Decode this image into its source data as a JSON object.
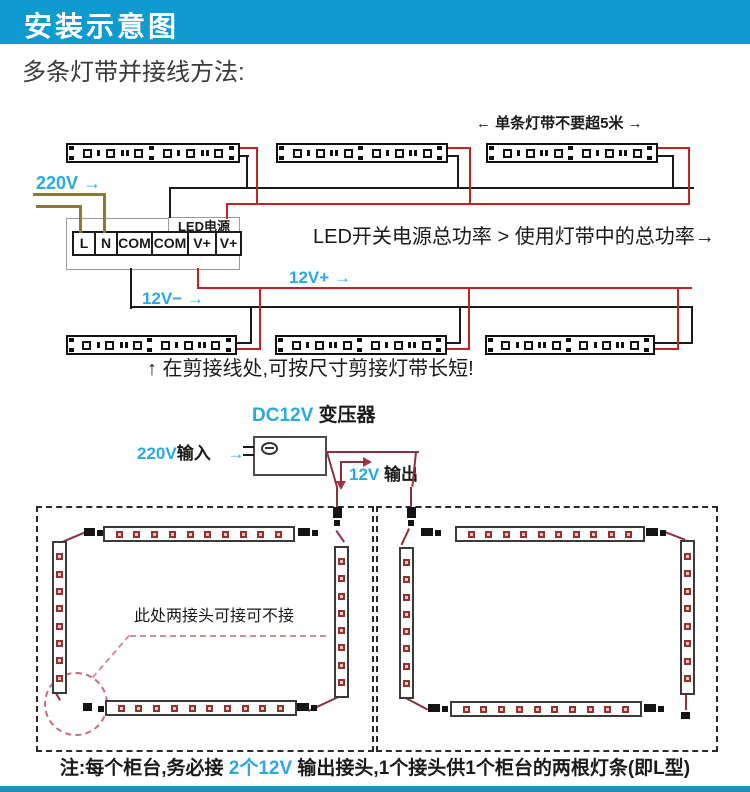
{
  "header": {
    "title": "安装示意图"
  },
  "intro": {
    "text": "多条灯带并接线方法:"
  },
  "top": {
    "max_length_note": "← 单条灯带不要超5米 →",
    "power_rule": "LED开关电源总功率 > 使用灯带中的总功率→",
    "v220_label": "220V →",
    "v12_plus": "12V+  →",
    "v12_minus": "12V−  →",
    "cut_note": "↑ 在剪接线处,可按尺寸剪接灯带长短!"
  },
  "psu": {
    "label": "LED电源",
    "terminals": [
      "L",
      "N",
      "COM",
      "COM",
      "V+",
      "V+"
    ]
  },
  "transformer": {
    "dc": "DC12V",
    "name": "变压器",
    "input_v": "220V",
    "input_word": "输入",
    "input_arrow": "→",
    "output_v": "12V",
    "output_word": "输出"
  },
  "cabinets": {
    "note": "此处两接头可接可不接"
  },
  "footer": {
    "prefix": "注:每个柜台,务必接 ",
    "highlight": "2个12V",
    "suffix": " 输出接头,1个接头供1个柜台的两根灯条(即L型)"
  },
  "colors": {
    "header_blue": "#0f9ad0",
    "accent_cyan": "#2aa9e0",
    "wire_red": "#c42222",
    "wire_black": "#1a1a1a",
    "wire_olive": "#8a7a33",
    "wire_maroon": "#8f3040",
    "footer_bar_teal": "#1596bd"
  }
}
